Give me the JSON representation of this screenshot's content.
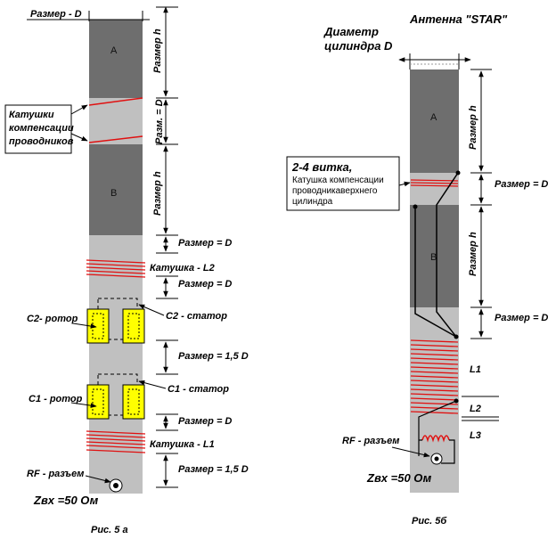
{
  "figA": {
    "size_d": "Размер - D",
    "block_a": "A",
    "block_b": "B",
    "size_h_top": "Размер h",
    "size_eq_d_mid": "Разм. = D",
    "size_h_b": "Размер h",
    "comp_coils": [
      "Катушки",
      "компенсации",
      "проводников"
    ],
    "size_eq_d_1": "Размер = D",
    "coil_l2": "Катушка - L2",
    "size_eq_d_2": "Размер = D",
    "c2_rotor": "C2- ротор",
    "c2_stator": "C2 - статор",
    "size_15d_1": "Размер = 1,5 D",
    "c1_rotor": "C1 - ротор",
    "c1_stator": "C1 - статор",
    "size_eq_d_3": "Размер = D",
    "coil_l1": "Катушка - L1",
    "rf": "RF - разъем",
    "size_15d_2": "Размер = 1,5 D",
    "zin": "Zвх =50 Ом",
    "caption": "Рис. 5 а"
  },
  "figB": {
    "title": "Антенна \"STAR\"",
    "diam_1": "Диаметр",
    "diam_2": "цилиндра D",
    "block_a": "A",
    "block_b": "B",
    "size_h_top": "Размер h",
    "turns_title": "2-4 витка,",
    "turns_desc": [
      "Катушка компенсации",
      "проводникаверхнего",
      "цилиндра"
    ],
    "size_eq_d_1": "Размер = D",
    "size_h_b": "Размер h",
    "size_eq_d_2": "Размер = D",
    "l1": "L1",
    "l2": "L2",
    "l3": "L3",
    "rf": "RF - разъем",
    "zin": "Zвх =50 Ом",
    "caption": "Рис. 5б"
  },
  "colors": {
    "dark_block": "#6e6e6e",
    "light_tube": "#c0c0c0",
    "coil_red": "#e01010",
    "cap_yellow": "#ffff00"
  }
}
